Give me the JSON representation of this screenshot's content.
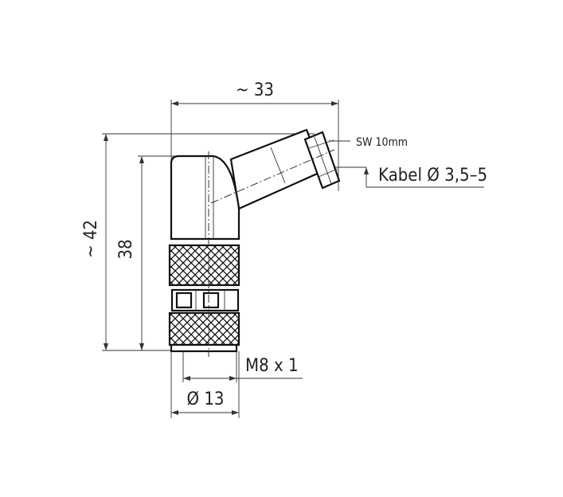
{
  "dimensions": {
    "width_approx": "~ 33",
    "height_approx": "~ 42",
    "height": "38",
    "wrench": "SW 10mm",
    "cable": "Kabel Ø 3,5–5",
    "thread": "M8 x 1",
    "diameter": "Ø 13"
  }
}
